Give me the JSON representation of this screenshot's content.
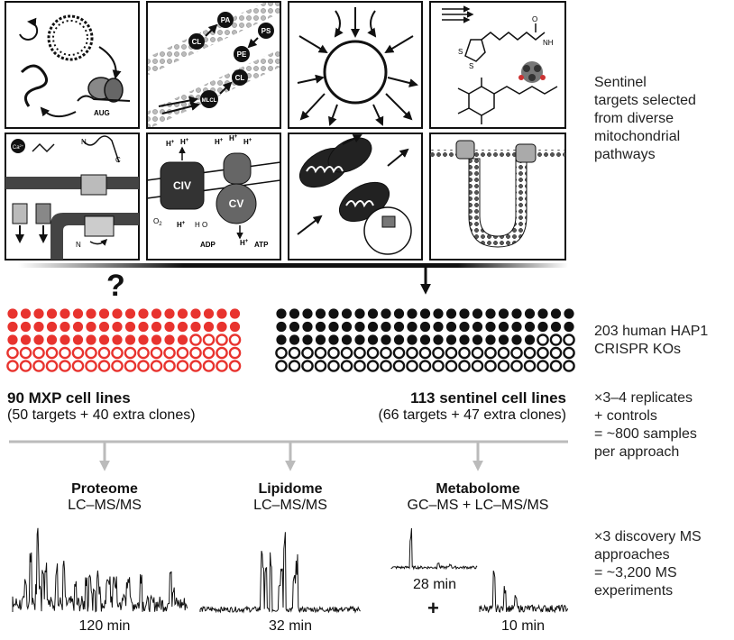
{
  "panel_labels": {
    "aug": "AUG",
    "cl": "CL",
    "pa": "PA",
    "ps": "PS",
    "pe": "PE",
    "mlcl": "MLCL",
    "ca": "Ca",
    "h": "H",
    "civ": "CIV",
    "cv": "CV",
    "o2": "O",
    "h2o": "H O",
    "adp": "ADP",
    "atp": "ATP",
    "n": "N",
    "c": "C",
    "s": "S",
    "nh": "NH",
    "o": "O"
  },
  "sentinel_caption": [
    "Sentinel",
    "targets selected",
    "from diverse",
    "mitochondrial",
    "pathways"
  ],
  "question_mark": "?",
  "ko_caption": [
    "203 human HAP1",
    "CRISPR KOs"
  ],
  "mxp": {
    "title": "90 MXP cell lines",
    "subtitle": "(50 targets + 40 extra clones)",
    "color": "#e8332e",
    "filled": 50,
    "total": 90
  },
  "sentinel": {
    "title": "113 sentinel cell lines",
    "subtitle": "(66 targets + 47 extra clones)",
    "color": "#111111",
    "filled": 66,
    "total": 113
  },
  "replicates_caption": [
    "×3–4 replicates",
    "+ controls",
    "= ~800 samples",
    "per approach"
  ],
  "approaches": [
    {
      "name": "Proteome",
      "method": "LC–MS/MS",
      "time": "120 min"
    },
    {
      "name": "Lipidome",
      "method": "LC–MS/MS",
      "time": "32 min"
    },
    {
      "name": "Metabolome",
      "method": "GC–MS + LC–MS/MS",
      "time": "28 min",
      "time2": "10 min",
      "plus": "+"
    }
  ],
  "discovery_caption": [
    "×3 discovery MS",
    "approaches",
    "= ~3,200 MS",
    "experiments"
  ]
}
